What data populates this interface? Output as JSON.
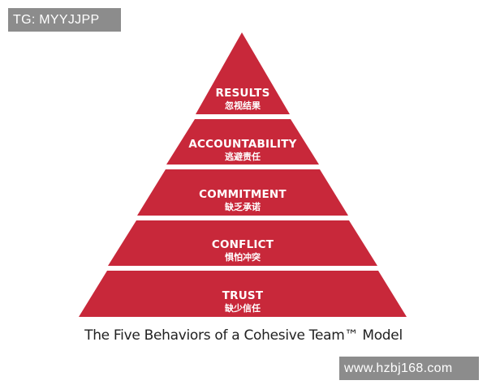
{
  "watermarks": {
    "top_left": "TG: MYYJJPP",
    "bottom_right": "www.hzbj168.com"
  },
  "pyramid": {
    "color": "#c8283a",
    "tiers": [
      {
        "en": "RESULTS",
        "zh": "忽视结果"
      },
      {
        "en": "ACCOUNTABILITY",
        "zh": "逃避责任"
      },
      {
        "en": "COMMITMENT",
        "zh": "缺乏承诺"
      },
      {
        "en": "CONFLICT",
        "zh": "惧怕冲突"
      },
      {
        "en": "TRUST",
        "zh": "缺少信任"
      }
    ]
  },
  "caption": "The Five Behaviors of a Cohesive Team™ Model"
}
